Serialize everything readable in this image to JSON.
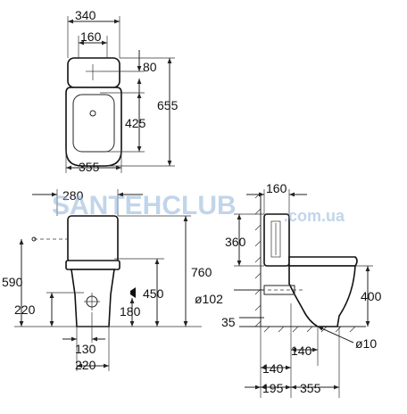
{
  "watermark": {
    "brand": "SANTEHCLUB",
    "domain": ".com.ua"
  },
  "top_view": {
    "dims": {
      "width_total": "340",
      "width_tank_holes": "160",
      "hole_offset": "80",
      "seat_len": "425",
      "total_len": "655",
      "bowl_width": "355"
    }
  },
  "front_view": {
    "dims": {
      "top_width": "280",
      "side_height": "590",
      "height": "760",
      "inlet_height": "450",
      "outlet_height": "220",
      "outlet_offset": "180",
      "fix_x": "130",
      "base_width": "220"
    }
  },
  "side_view": {
    "dims": {
      "tank_depth": "160",
      "tank_height": "360",
      "outlet_dia": "ø102",
      "wall_offset": "35",
      "outlet_h": "400",
      "floor_x": "140",
      "floor_x2": "140",
      "fix_dia": "ø10",
      "bottom_wall": "195",
      "bottom_bowl": "355"
    }
  },
  "colors": {
    "watermark_blue": "#8fb3d9",
    "watermark_orange": "#f2b977"
  }
}
